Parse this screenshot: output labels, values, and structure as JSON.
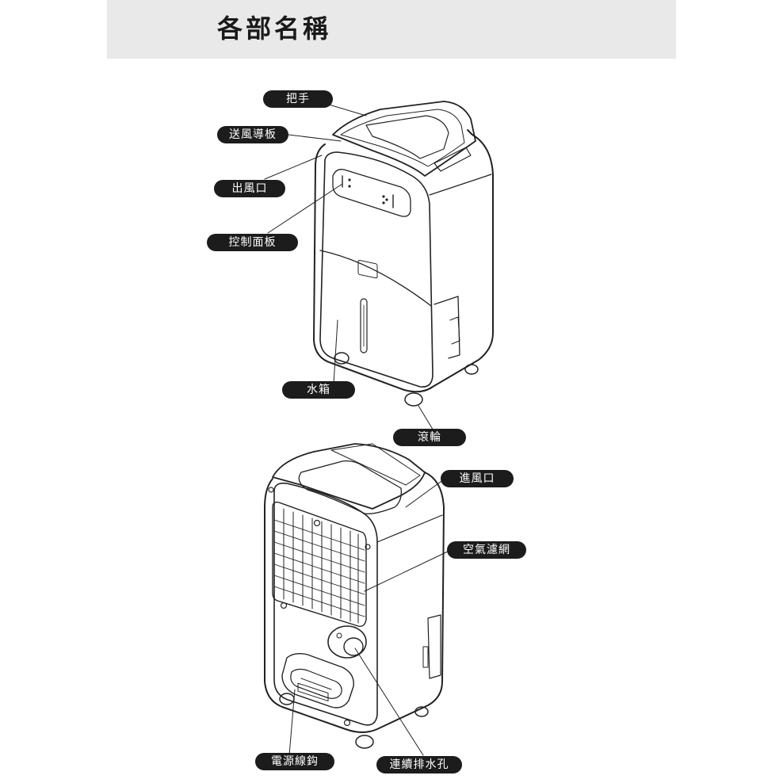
{
  "page": {
    "title": "各部名稱"
  },
  "front_view": {
    "labels": {
      "handle": "把手",
      "air_guide": "送風導板",
      "air_outlet": "出風口",
      "control_panel": "控制面板",
      "water_tank": "水箱",
      "caster": "滾輪"
    }
  },
  "back_view": {
    "labels": {
      "air_inlet": "進風口",
      "air_filter": "空氣濾網",
      "cord_hook": "電源線鈎",
      "drain_hole": "連續排水孔"
    }
  }
}
